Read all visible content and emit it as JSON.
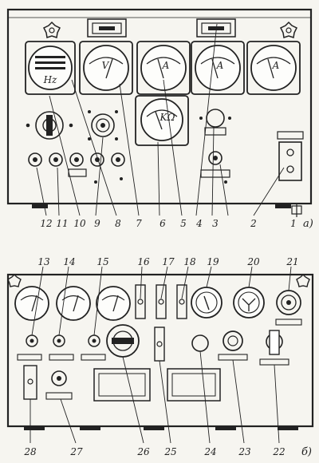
{
  "panel_a": {
    "sublabel": "а)",
    "meter_symbols": {
      "frequency": "Hz",
      "voltmeter": "V",
      "ammeter_1": "A",
      "ammeter_2": "A",
      "ammeter_3": "A",
      "ohmmeter": "KΩ"
    },
    "callouts": [
      "12",
      "11",
      "10",
      "9",
      "8",
      "7",
      "6",
      "5",
      "4",
      "3",
      "2",
      "1"
    ]
  },
  "panel_b": {
    "sublabel": "б)",
    "callouts_top": [
      "13",
      "14",
      "15",
      "16",
      "17",
      "18",
      "19",
      "20",
      "21"
    ],
    "callouts_bottom": [
      "28",
      "27",
      "26",
      "25",
      "24",
      "23",
      "22"
    ]
  },
  "colors": {
    "ink": "#222222",
    "paper": "#f6f5f0"
  }
}
